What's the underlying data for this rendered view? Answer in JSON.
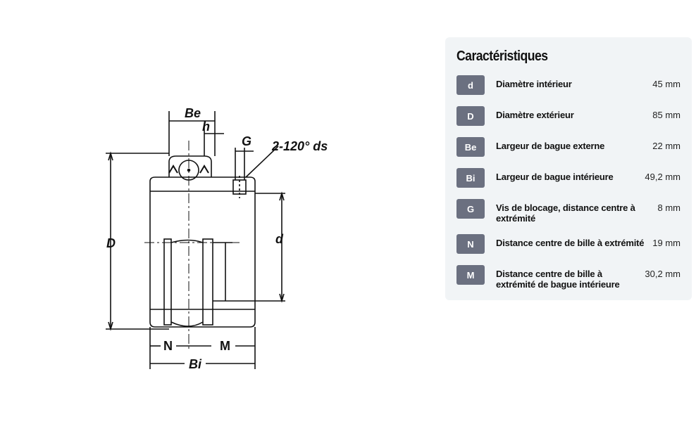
{
  "drawing": {
    "labels": {
      "Be": "Be",
      "h": "h",
      "G": "G",
      "ds": "2-120° ds",
      "D": "D",
      "d": "d",
      "N": "N",
      "M": "M",
      "Bi": "Bi"
    }
  },
  "panel": {
    "title": "Caractéristiques",
    "rows": [
      {
        "symbol": "d",
        "label": "Diamètre intérieur",
        "value": "45 mm"
      },
      {
        "symbol": "D",
        "label": "Diamètre extérieur",
        "value": "85 mm"
      },
      {
        "symbol": "Be",
        "label": "Largeur de bague externe",
        "value": "22 mm"
      },
      {
        "symbol": "Bi",
        "label": "Largeur de bague intérieure",
        "value": "49,2 mm"
      },
      {
        "symbol": "G",
        "label": "Vis de blocage, distance centre à extrémité",
        "value": "8 mm"
      },
      {
        "symbol": "N",
        "label": "Distance centre de bille à extrémité",
        "value": "19 mm"
      },
      {
        "symbol": "M",
        "label": "Distance centre de bille à extrémité de bague intérieure",
        "value": "30,2 mm"
      }
    ]
  },
  "colors": {
    "badge": "#6b7080",
    "panel_bg": "#f1f4f6"
  }
}
